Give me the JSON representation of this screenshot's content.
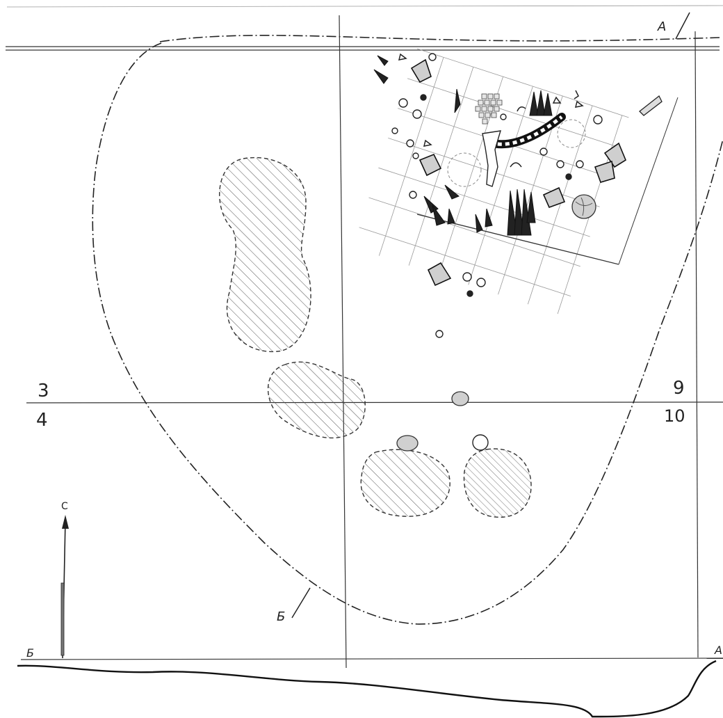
{
  "grid_labels": {
    "row_upper_left": "3",
    "row_lower_left": "4",
    "row_upper_right": "9",
    "row_lower_right": "10"
  },
  "section_labels": {
    "a_top": "А",
    "b_left": "Б",
    "b_boundary": "Б",
    "a_right": "А"
  },
  "north_label": "С"
}
